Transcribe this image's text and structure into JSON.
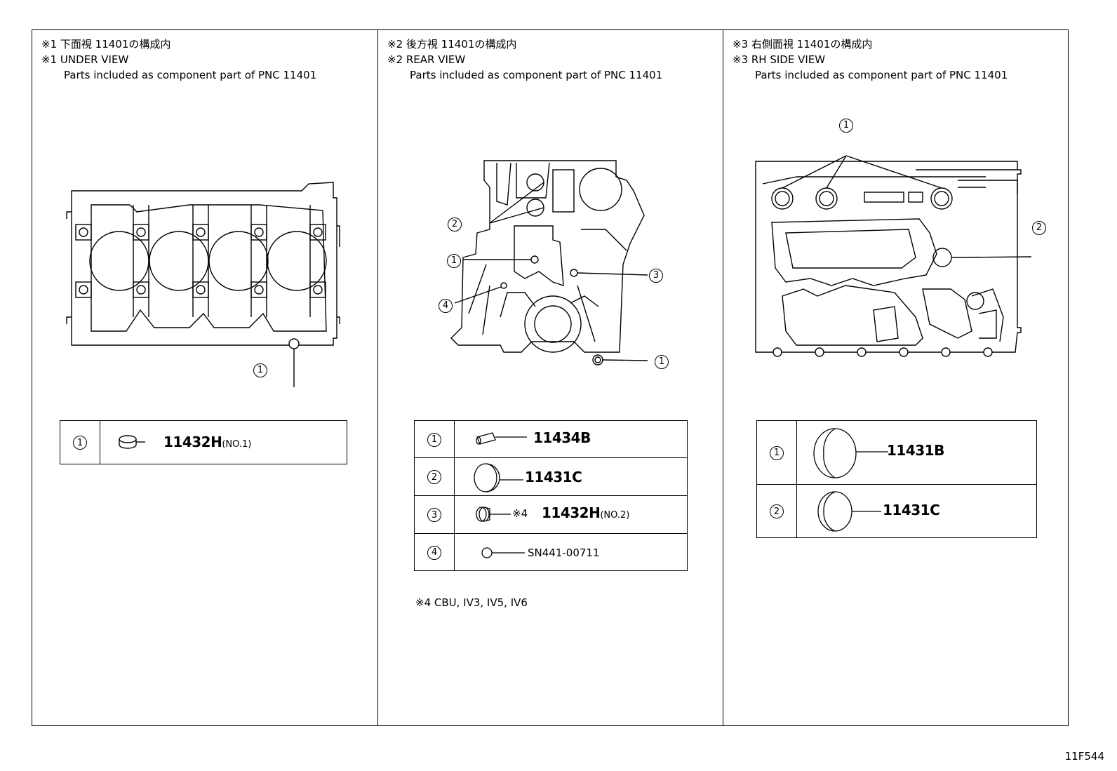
{
  "panels": [
    {
      "header_jp": "※1 下面視 11401の構成内",
      "header_en": "※1 UNDER VIEW",
      "header_desc": "Parts included as component part of PNC 11401",
      "callouts": [
        "1"
      ],
      "parts": [
        {
          "num": "1",
          "part_no": "11432H",
          "suffix": "(NO.1)"
        }
      ]
    },
    {
      "header_jp": "※2 後方視 11401の構成内",
      "header_en": "※2 REAR VIEW",
      "header_desc": "Parts included as component part of PNC 11401",
      "callouts": [
        "2",
        "1",
        "4",
        "3",
        "1"
      ],
      "parts": [
        {
          "num": "1",
          "part_no": "11434B",
          "prefix": "",
          "suffix": ""
        },
        {
          "num": "2",
          "part_no": "11431C",
          "prefix": "",
          "suffix": ""
        },
        {
          "num": "3",
          "part_no": "11432H",
          "prefix": "※4",
          "suffix": "(NO.2)"
        },
        {
          "num": "4",
          "part_no": "SN441-00711",
          "prefix": "",
          "suffix": ""
        }
      ],
      "note": "※4  CBU, IV3, IV5, IV6"
    },
    {
      "header_jp": "※3 右側面視 11401の構成内",
      "header_en": "※3 RH SIDE VIEW",
      "header_desc": "Parts included as component part of PNC 11401",
      "callouts": [
        "1",
        "2"
      ],
      "parts": [
        {
          "num": "1",
          "part_no": "11431B"
        },
        {
          "num": "2",
          "part_no": "11431C"
        }
      ]
    }
  ],
  "figure_id": "11F544"
}
